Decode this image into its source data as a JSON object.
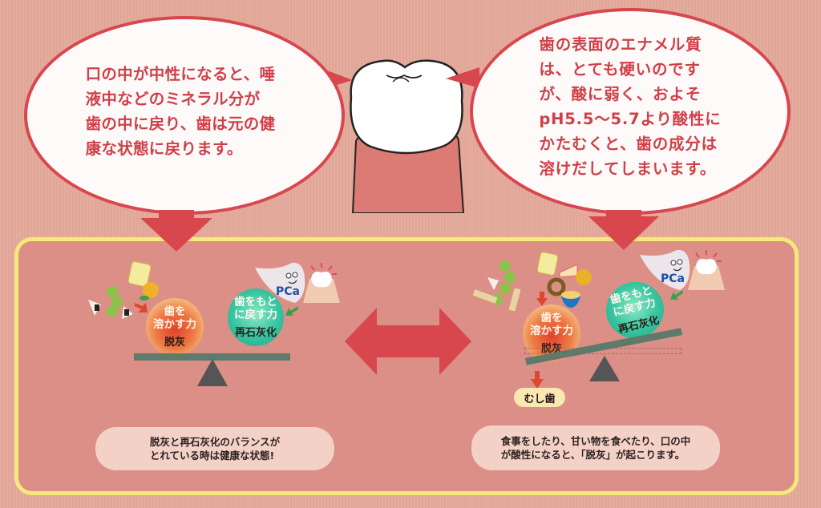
{
  "bubbles": {
    "left": {
      "text": "口の中が中性になると、唾\n液中などのミネラル分が\n歯の中に戻り、歯は元の健\n康な状態に戻ります。"
    },
    "right": {
      "text": "歯の表面のエナメル質\nは、とても硬いのです\nが、酸に弱く、およそ\npH5.5〜5.7より酸性に\nかたむくと、歯の成分は\n溶けだしてしまいます。"
    }
  },
  "left_scale": {
    "demineralization_ball": {
      "top": "歯を\n溶かす力",
      "bottom": "脱灰"
    },
    "remineralization_ball": {
      "top": "歯をもと\nに戻す力",
      "bottom": "再石灰化"
    },
    "pca_label": "PCa",
    "state": "balanced"
  },
  "right_scale": {
    "demineralization_ball": {
      "top": "歯を\n溶かす力",
      "bottom": "脱灰"
    },
    "remineralization_ball": {
      "top": "歯をもと\nに戻す力",
      "bottom": "再石灰化"
    },
    "pca_label": "PCa",
    "state": "tilted-toward-demineralization",
    "result_label": "むし歯"
  },
  "notes": {
    "left": "脱灰と再石灰化のバランスが\nとれている時は健康な状態!",
    "right": "食事をしたり、甘い物を食べたり、口の中\nが酸性になると、「脱灰」が起こります。"
  },
  "colors": {
    "background": "#e4a99a",
    "panel": "#dc8f86",
    "panel_border": "#f5e97a",
    "accent_red": "#d8474d",
    "text_red": "#d03f47",
    "scale_beam": "#5e7a6c",
    "fulcrum": "#555555"
  }
}
